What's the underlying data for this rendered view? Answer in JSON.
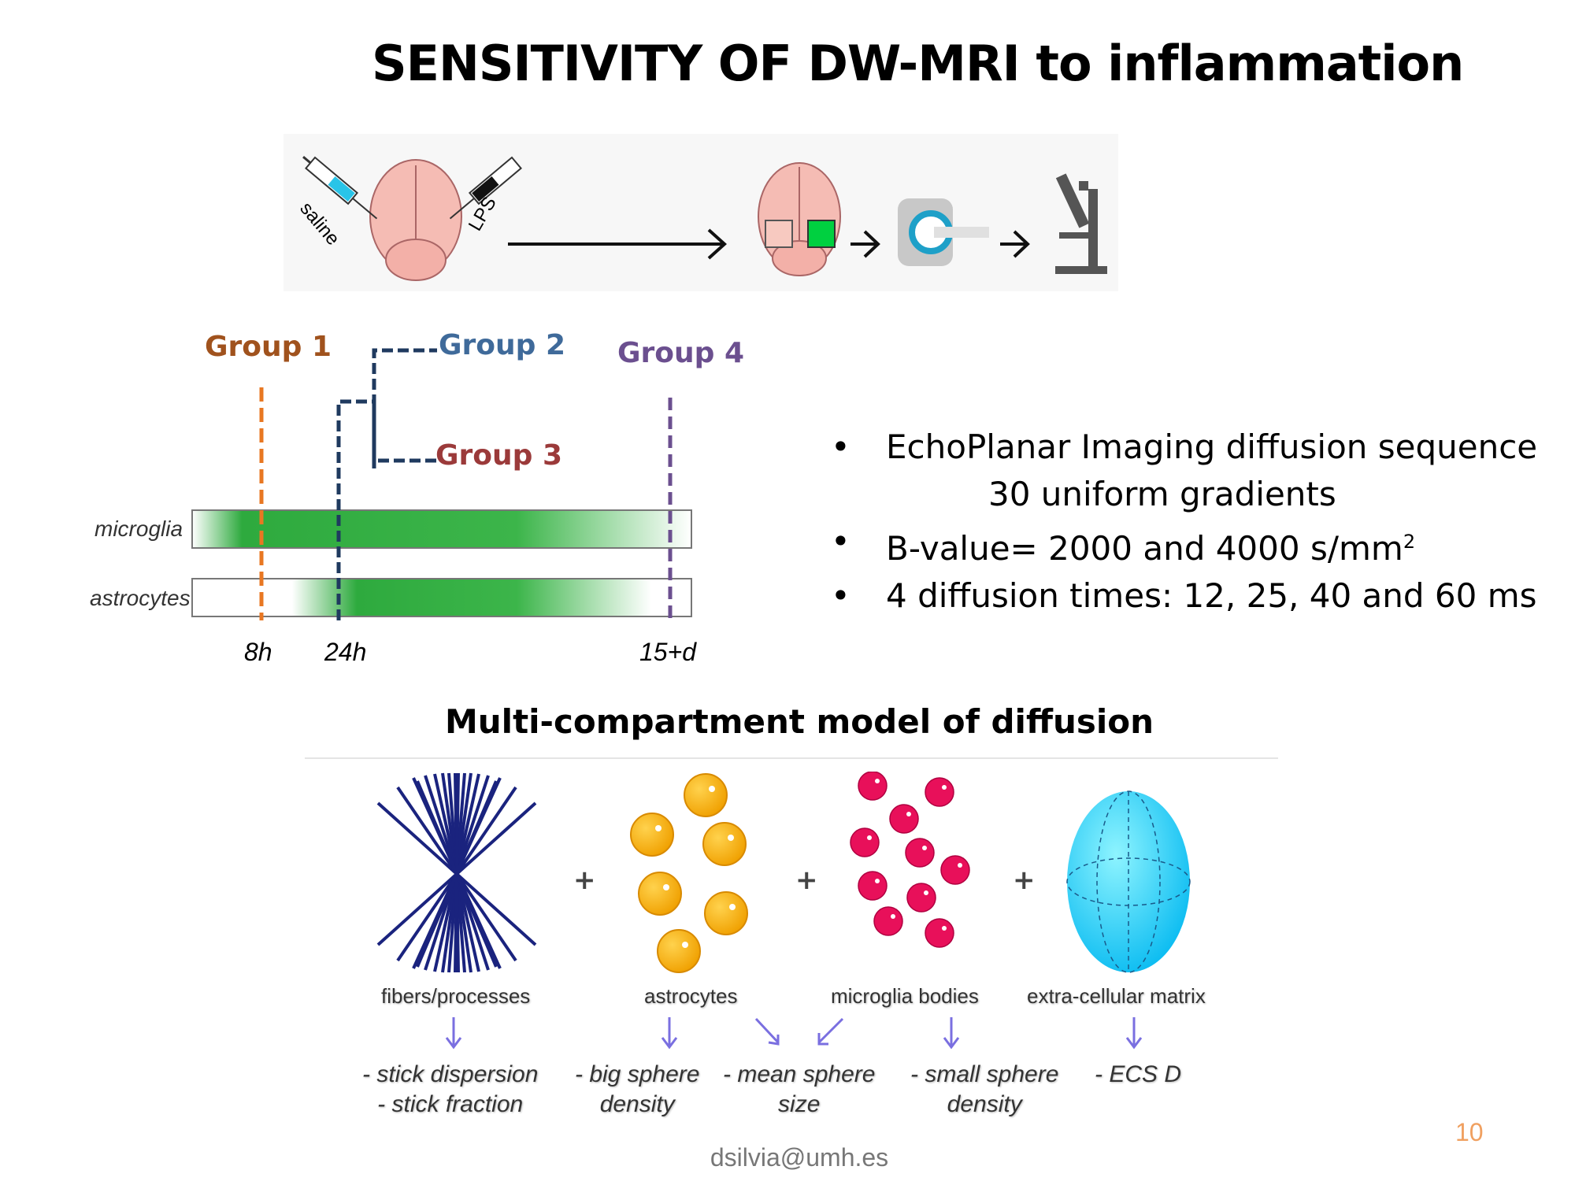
{
  "title": "SENSITIVITY OF DW-MRI to inflammation",
  "protocol": {
    "injections": [
      "saline",
      "LPS"
    ]
  },
  "timeline": {
    "groups": [
      {
        "label": "Group 1",
        "color": "#a0521d"
      },
      {
        "label": "Group 2",
        "color": "#3f6a9a"
      },
      {
        "label": "Group 3",
        "color": "#9b3a3a"
      },
      {
        "label": "Group 4",
        "color": "#6b4f8f"
      }
    ],
    "cell_rows": [
      "microglia",
      "astrocytes"
    ],
    "time_points": [
      "8h",
      "24h",
      "15+d"
    ],
    "colors": {
      "orange": "#e87722",
      "navy": "#1f3a5f",
      "purple": "#6b4f8f",
      "green": "#2eaa3e"
    }
  },
  "bullets": {
    "b1": "EchoPlanar Imaging diffusion sequence",
    "b1_sub": "30 uniform gradients",
    "b2": "B-value= 2000 and 4000 s/mm",
    "b2_sup": "2",
    "b3": "4 diffusion times: 12, 25, 40 and 60 ms",
    "symbol": "•"
  },
  "model": {
    "title": "Multi-compartment model of diffusion",
    "plus": "+",
    "components": [
      "fibers/processes",
      "astrocytes",
      "microglia bodies",
      "extra-cellular matrix"
    ],
    "params": {
      "p1a": "- stick dispersion",
      "p1b": "- stick fraction",
      "p2a": "- big sphere",
      "p2b": "density",
      "p3a": "- mean sphere",
      "p3b": "size",
      "p4a": "- small sphere",
      "p4b": "density",
      "p5": "- ECS D"
    }
  },
  "footer": {
    "email": "dsilvia@umh.es",
    "page": "10"
  }
}
